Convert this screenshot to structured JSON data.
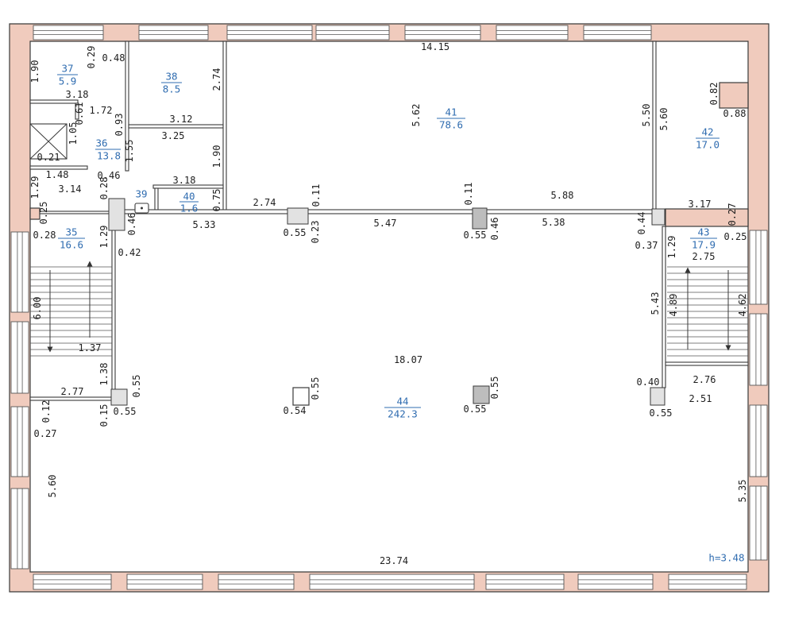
{
  "colors": {
    "wall": "#f0cbbd",
    "outline": "#3a3a3a",
    "room_label": "#2f6cb0",
    "column_dark": "#bdbdbd",
    "column_light": "#e2e2e2"
  },
  "rooms": [
    {
      "number": "37",
      "area": "5.9"
    },
    {
      "number": "38",
      "area": "8.5"
    },
    {
      "number": "36",
      "area": "13.8"
    },
    {
      "number": "39"
    },
    {
      "number": "40",
      "area": "1.6"
    },
    {
      "number": "41",
      "area": "78.6"
    },
    {
      "number": "42",
      "area": "17.0"
    },
    {
      "number": "35",
      "area": "16.6"
    },
    {
      "number": "43",
      "area": "17.9"
    },
    {
      "number": "44",
      "area": "242.3"
    }
  ],
  "dimensions": [
    "14.15",
    "0.29",
    "0.48",
    "1.90",
    "3.18",
    "2.74",
    "1.72",
    "0.61",
    "0.93",
    "1.05",
    "3.12",
    "5.62",
    "5.50",
    "5.60",
    "0.82",
    "0.88",
    "3.25",
    "1.55",
    "0.21",
    "1.90",
    "1.48",
    "0.46",
    "3.18",
    "1.29",
    "3.14",
    "0.28",
    "0.75",
    "0.11",
    "0.11",
    "5.88",
    "3.17",
    "2.74",
    "0.25",
    "0.27",
    "0.46",
    "5.33",
    "5.47",
    "0.23",
    "0.55",
    "0.55",
    "0.46",
    "5.38",
    "0.44",
    "0.28",
    "1.29",
    "0.25",
    "0.37",
    "1.29",
    "0.42",
    "2.75",
    "5.43",
    "4.89",
    "4.62",
    "6.00",
    "1.37",
    "18.07",
    "1.38",
    "0.55",
    "0.55",
    "0.55",
    "0.40",
    "2.76",
    "2.77",
    "2.51",
    "0.12",
    "0.15",
    "0.55",
    "0.54",
    "0.55",
    "0.55",
    "0.27",
    "5.60",
    "5.35",
    "23.74"
  ],
  "ceiling_height": "h=3.48"
}
